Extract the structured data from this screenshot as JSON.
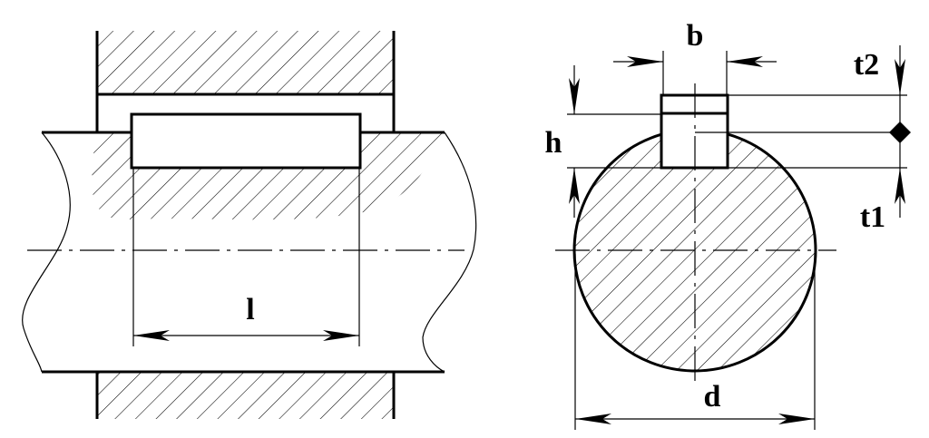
{
  "labels": {
    "l": "l",
    "b": "b",
    "h": "h",
    "t1": "t1",
    "t2": "t2",
    "d": "d"
  },
  "colors": {
    "line": "#000000",
    "background": "#ffffff"
  }
}
